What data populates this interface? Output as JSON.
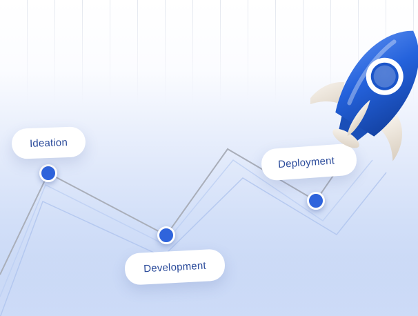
{
  "milestones": {
    "ideation": "Ideation",
    "development": "Development",
    "deployment": "Deployment"
  },
  "colors": {
    "accent": "#2f64dc",
    "label_text": "#2a4a9a",
    "rocket_body": "#1f5ed8",
    "rocket_fins": "#ede5da"
  },
  "icons": [
    "rocket-icon"
  ]
}
